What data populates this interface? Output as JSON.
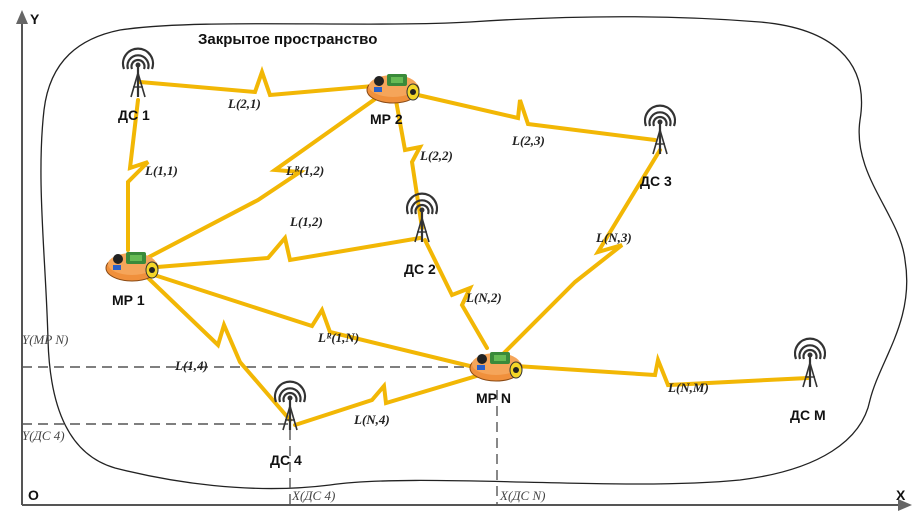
{
  "title": "Закрытое пространство",
  "axes": {
    "y_label": "Y",
    "x_label": "X",
    "origin_label": "O"
  },
  "base_stations": {
    "ds1": "ДС 1",
    "ds2": "ДС 2",
    "ds3": "ДС 3",
    "ds4": "ДС 4",
    "dsm": "ДС М"
  },
  "robots": {
    "mr1": "МР 1",
    "mr2": "МР 2",
    "mrn": "МР N"
  },
  "links": {
    "l21": "L(2,1)",
    "l23": "L(2,3)",
    "l11": "L(1,1)",
    "l22": "L(2,2)",
    "lr12": "Lᴿ(1,2)",
    "l12": "L(1,2)",
    "ln3": "L(N,3)",
    "ln2": "L(N,2)",
    "lr1n": "Lᴿ(1,N)",
    "l14": "L(1,4)",
    "ln4": "L(N,4)",
    "lnm": "L(N,M)"
  },
  "coord_labels": {
    "y_mrn": "Y(MP N)",
    "y_ds4": "Y(ДС 4)",
    "x_ds4": "X(ДС 4)",
    "x_dsn": "X(ДС N)"
  },
  "colors": {
    "link": "#f2b705",
    "link_edge": "#e39a00",
    "robot_body": "#f0903c",
    "robot_board": "#3a8a3a",
    "antenna": "#333333",
    "boundary": "#222222",
    "dashed": "#555555"
  }
}
